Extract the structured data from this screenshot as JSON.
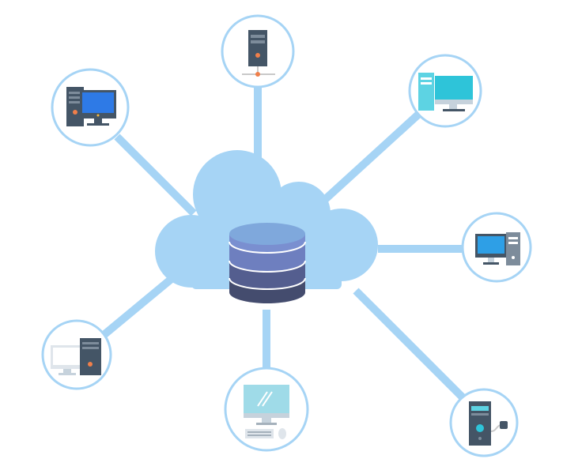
{
  "diagram": {
    "hub": {
      "shape": "cloud",
      "icon": "database-icon"
    },
    "nodes": [
      {
        "id": "top-server",
        "icon": "network-server-icon"
      },
      {
        "id": "top-right-desktop",
        "icon": "desktop-computer-icon"
      },
      {
        "id": "right-desktop",
        "icon": "desktop-computer-icon"
      },
      {
        "id": "bottom-right-tower",
        "icon": "computer-tower-icon"
      },
      {
        "id": "bottom-workstation",
        "icon": "workstation-icon"
      },
      {
        "id": "bottom-left-desktop",
        "icon": "desktop-computer-icon"
      },
      {
        "id": "top-left-desktop",
        "icon": "desktop-computer-icon"
      }
    ]
  },
  "colors": {
    "connector": "#a6d4f5",
    "cloud": "#a6d4f5",
    "node_border": "#a6d4f5",
    "node_fill": "#ffffff",
    "db_top": "#7fa8dc",
    "db_band_1": "#6e7fbf",
    "db_band_2": "#545e8f",
    "db_band_3": "#444c6e"
  }
}
